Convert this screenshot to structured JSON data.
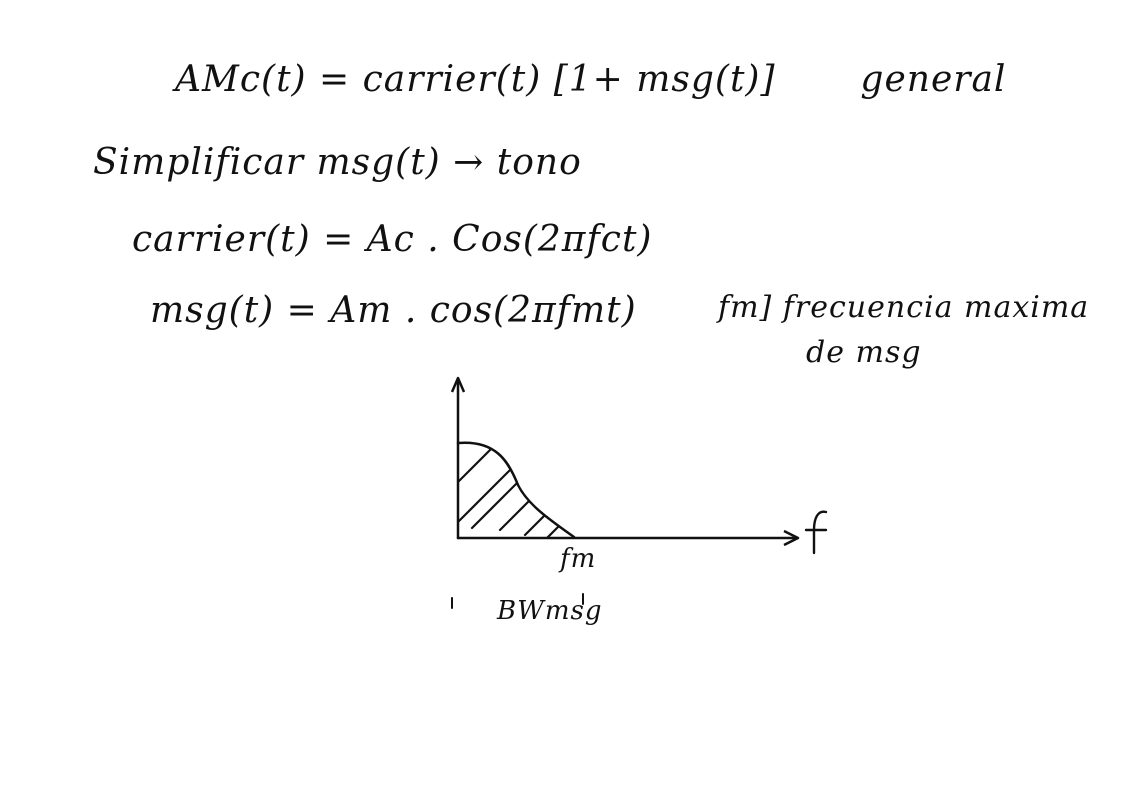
{
  "equations": {
    "am_def": "AMc(t) = carrier(t) [1+ msg(t)]",
    "general_label": "general",
    "simplify": "Simplificar msg(t) → tono",
    "carrier": "carrier(t) = Ac . Cos(2πfct)",
    "msg": "msg(t) = Am . cos(2πfmt)"
  },
  "note": {
    "line1": "fm] frecuencia maxima",
    "line2": "de msg"
  },
  "sketch": {
    "axis_label": "f",
    "fm_label": "fm",
    "bw_label": "BWmsg"
  },
  "colors": {
    "ink": "#111111",
    "paper": "#ffffff"
  }
}
